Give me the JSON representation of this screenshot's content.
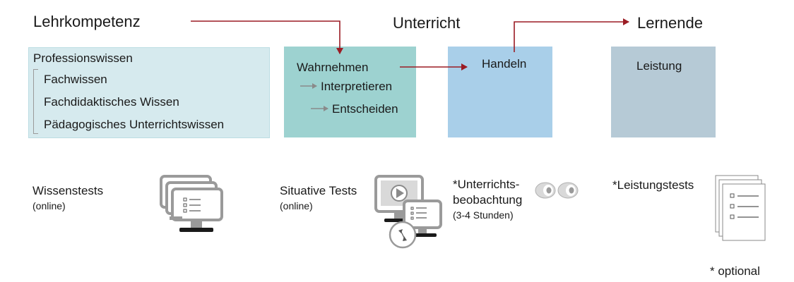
{
  "headings": {
    "teacher": "Lehrkompetenz",
    "teaching": "Unterricht",
    "learners": "Lernende"
  },
  "knowledge_box": {
    "title": "Professionswissen",
    "items": [
      "Fachwissen",
      "Fachdidaktisches Wissen",
      "Pädagogisches Unterrichtswissen"
    ],
    "color": "#d6eaee"
  },
  "perception_box": {
    "items": [
      "Wahrnehmen",
      "Interpretieren",
      "Entscheiden"
    ],
    "color": "#9dd2d0"
  },
  "action_box": {
    "label": "Handeln",
    "color": "#a9cfe9"
  },
  "performance_box": {
    "label": "Leistung",
    "color": "#b6cad6"
  },
  "arrow_color": "#9b1c24",
  "instruments": {
    "knowledge_test": {
      "label": "Wissenstests",
      "note": "(online)",
      "icon": "stacked-monitors-icon"
    },
    "situative_test": {
      "label": "Situative Tests",
      "note": "(online)",
      "icon": "video-monitor-icon"
    },
    "observation": {
      "label_line1": "*Unterrichts-",
      "label_line2": "beobachtung",
      "note": "(3-4 Stunden)",
      "icon": "eyes-icon"
    },
    "performance_test": {
      "label": "*Leistungstests",
      "icon": "stacked-documents-icon"
    }
  },
  "footnote": {
    "star": "* ",
    "text": "optional"
  }
}
